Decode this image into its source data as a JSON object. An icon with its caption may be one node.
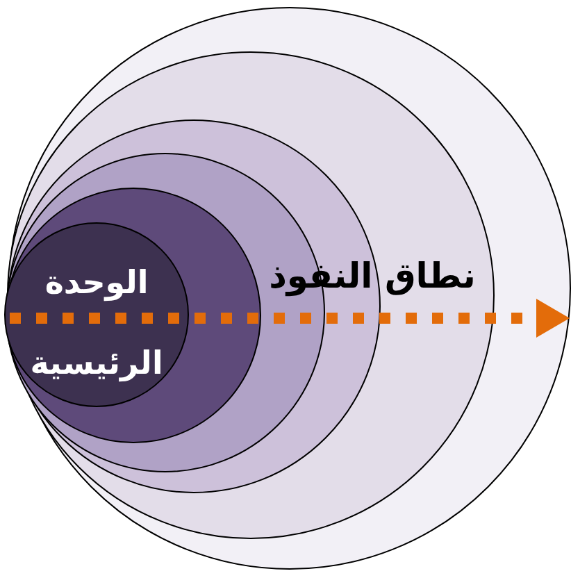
{
  "diagram": {
    "nodes": [
      {
        "text": [],
        "shape": "circle"
      },
      {
        "text": [],
        "shape": "circle",
        "in": 0
      },
      {
        "text": [],
        "shape": "circle",
        "in": 1
      },
      {
        "text": [],
        "shape": "circle",
        "in": 2
      },
      {
        "text": [],
        "shape": "circle",
        "in": 3
      },
      {
        "text": [
          "الوحدة الرئيسية"
        ],
        "in": 4
      }
    ],
    "edges": [],
    "labels": [
      "نطاق النفوذ"
    ]
  }
}
